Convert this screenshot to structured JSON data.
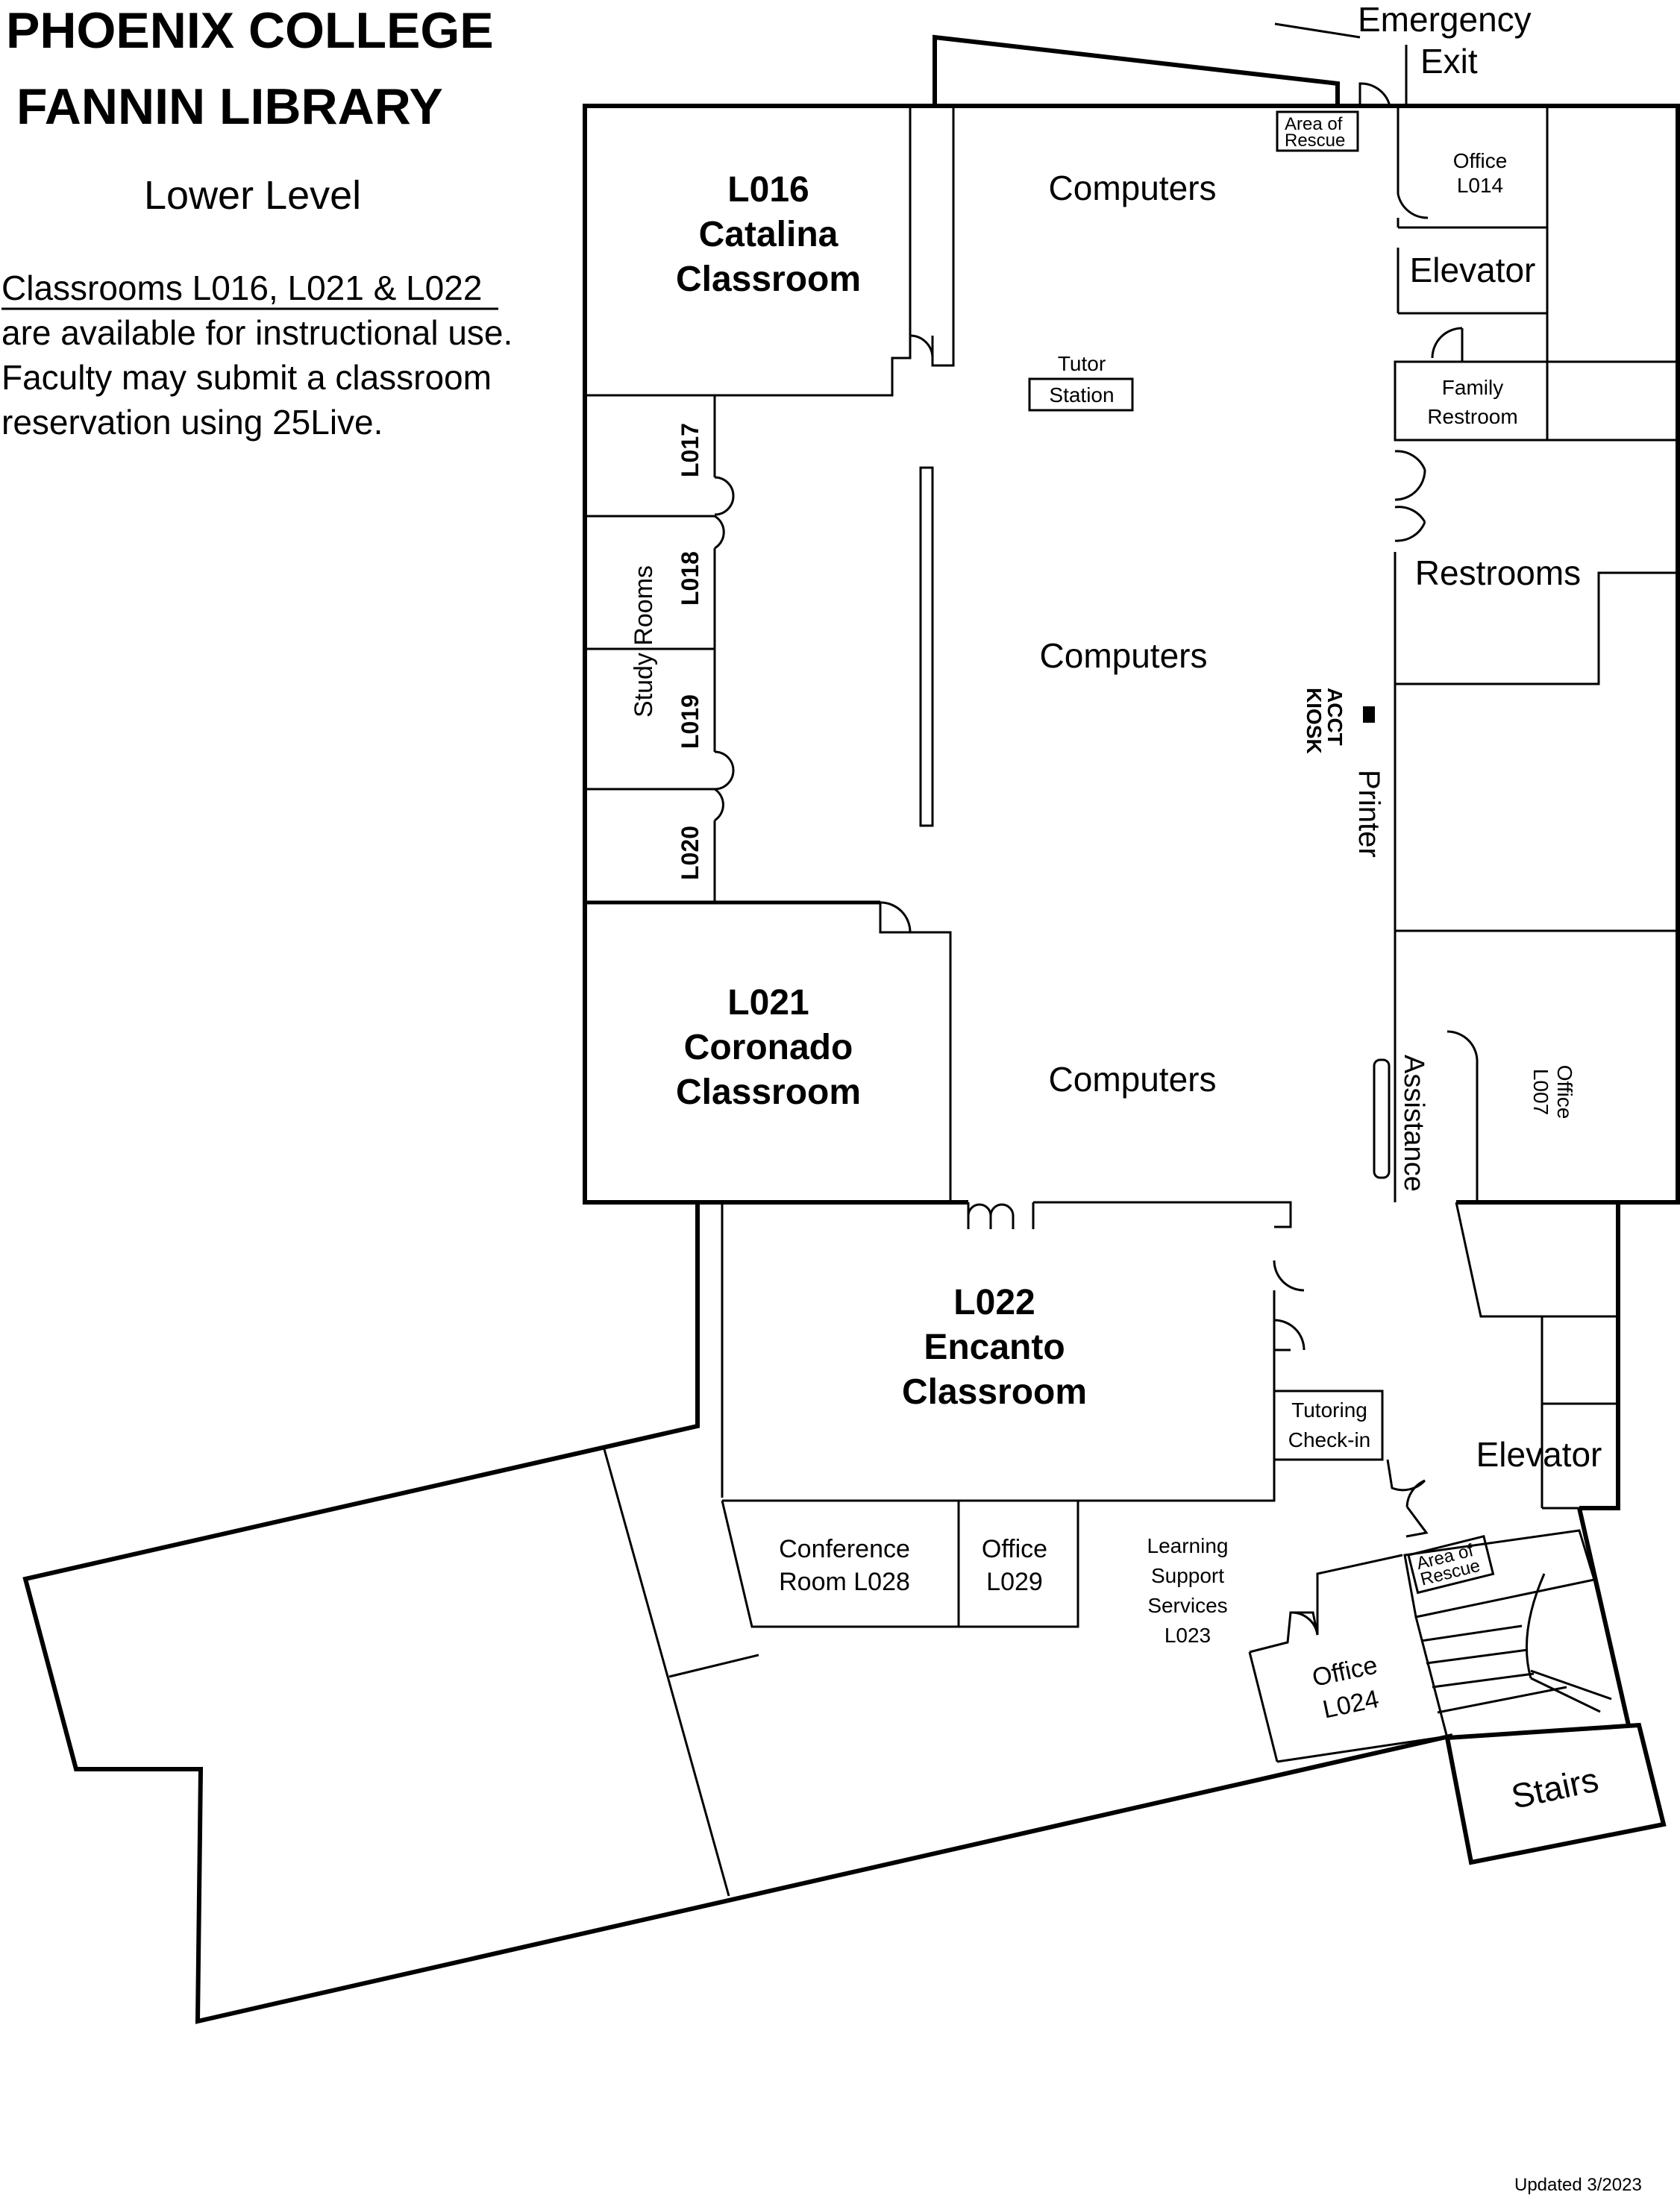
{
  "header": {
    "title_line1": "PHOENIX COLLEGE",
    "title_line2": "FANNIN LIBRARY",
    "level": "Lower Level",
    "note_link": "Classrooms L016, L021 & L022",
    "note_line2": "are available for instructional use.",
    "note_line3": "Faculty may submit a classroom",
    "note_line4": "reservation using 25Live."
  },
  "rooms": {
    "l016": {
      "number": "L016",
      "name": "Catalina",
      "type": "Classroom"
    },
    "l021": {
      "number": "L021",
      "name": "Coronado",
      "type": "Classroom"
    },
    "l022": {
      "number": "L022",
      "name": "Encanto",
      "type": "Classroom"
    },
    "computers": "Computers",
    "tutor_l1": "Tutor",
    "tutor_l2": "Station",
    "study_rooms": "Study Rooms",
    "l017": "L017",
    "l018": "L018",
    "l019": "L019",
    "l020": "L020",
    "kiosk_l1": "ACCT",
    "kiosk_l2": "KIOSK",
    "printer": "Printer",
    "office_l014_l1": "Office",
    "office_l014_l2": "L014",
    "elevator": "Elevator",
    "family_l1": "Family",
    "family_l2": "Restroom",
    "restrooms": "Restrooms",
    "assistance": "Assistance",
    "office_l007_l1": "Office",
    "office_l007_l2": "L007",
    "emergency_l1": "Emergency",
    "emergency_l2": "Exit",
    "area_rescue_l1": "Area of",
    "area_rescue_l2": "Rescue",
    "tutoring_l1": "Tutoring",
    "tutoring_l2": "Check-in",
    "conf_l1": "Conference",
    "conf_l2": "Room L028",
    "office_l029_l1": "Office",
    "office_l029_l2": "L029",
    "lss_l1": "Learning",
    "lss_l2": "Support",
    "lss_l3": "Services",
    "lss_l4": "L023",
    "office_l024_l1": "Office",
    "office_l024_l2": "L024",
    "stairs": "Stairs"
  },
  "footer": {
    "updated": "Updated 3/2023"
  }
}
